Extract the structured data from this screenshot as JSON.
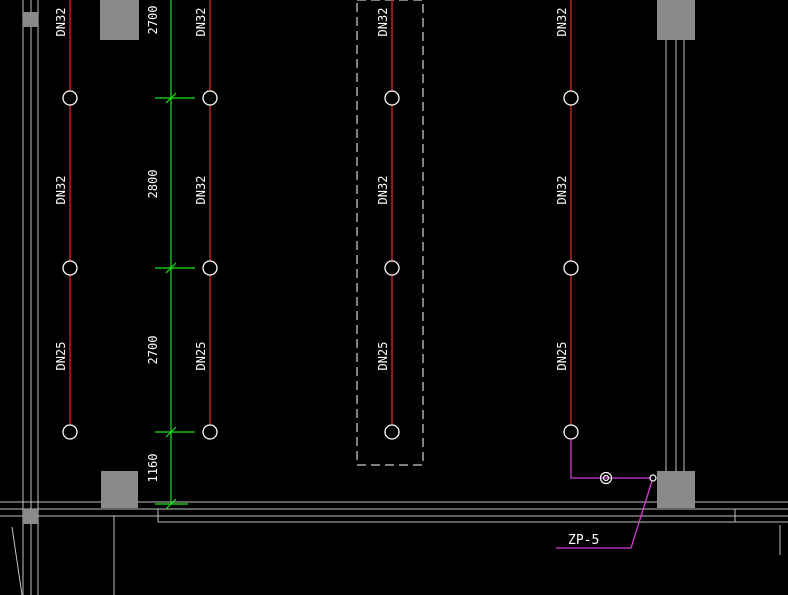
{
  "colors": {
    "background": "#000000",
    "pipe": "#d8262a",
    "dimension": "#19e619",
    "outline": "#c0c0c0",
    "column": "#8a8a8a",
    "riser_branch": "#d43ad4",
    "text": "#ffffff"
  },
  "pipe_labels": {
    "col1": [
      "DN32",
      "DN32",
      "DN25"
    ],
    "col2": [
      "DN32",
      "DN32",
      "DN25"
    ],
    "col3": [
      "DN32",
      "DN32",
      "DN25"
    ],
    "col4": [
      "DN32",
      "DN32",
      "DN25"
    ]
  },
  "dimensions": [
    "2700",
    "2800",
    "2700",
    "1160"
  ],
  "riser_tag": "ZP-5"
}
